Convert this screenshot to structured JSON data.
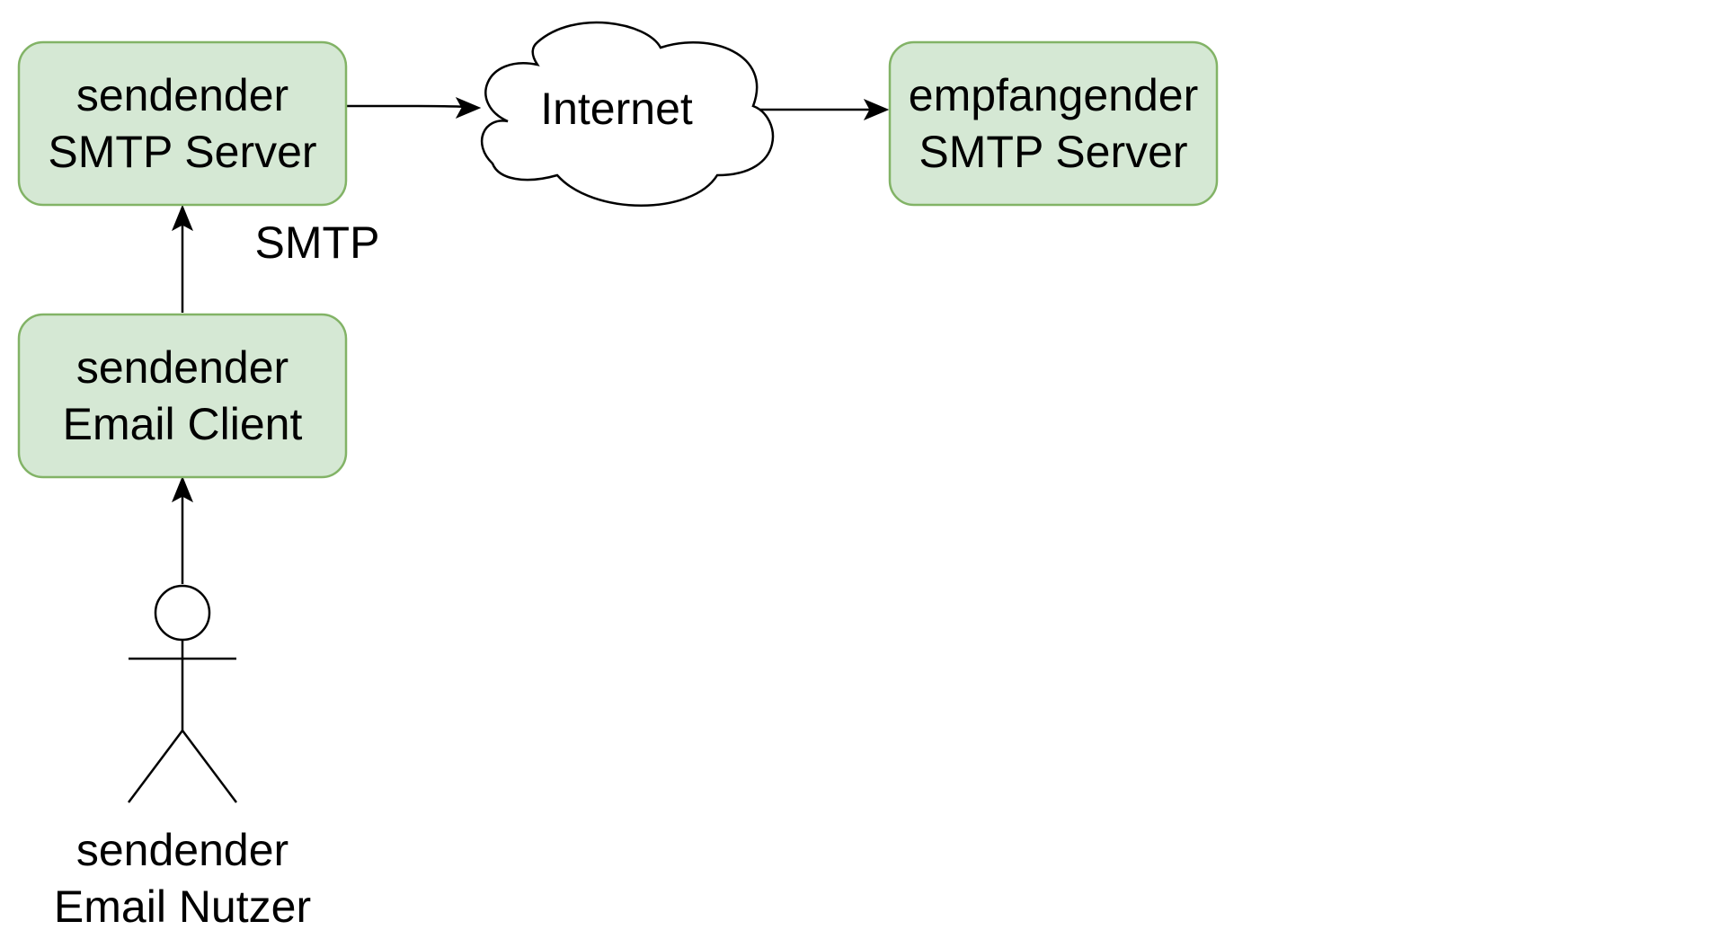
{
  "nodes": {
    "smtp_sender": {
      "lines": [
        "sendender",
        "SMTP Server"
      ]
    },
    "internet": {
      "label": "Internet"
    },
    "smtp_receiver": {
      "lines": [
        "empfangender",
        "SMTP Server"
      ]
    },
    "email_client": {
      "lines": [
        "sendender",
        "Email Client"
      ]
    },
    "email_user": {
      "lines": [
        "sendender",
        "Email Nutzer"
      ]
    }
  },
  "edges": {
    "client_to_server": {
      "label": "SMTP"
    }
  },
  "colors": {
    "node_fill": "#d5e8d4",
    "node_stroke": "#82b366",
    "line": "#000000",
    "background": "#ffffff"
  }
}
